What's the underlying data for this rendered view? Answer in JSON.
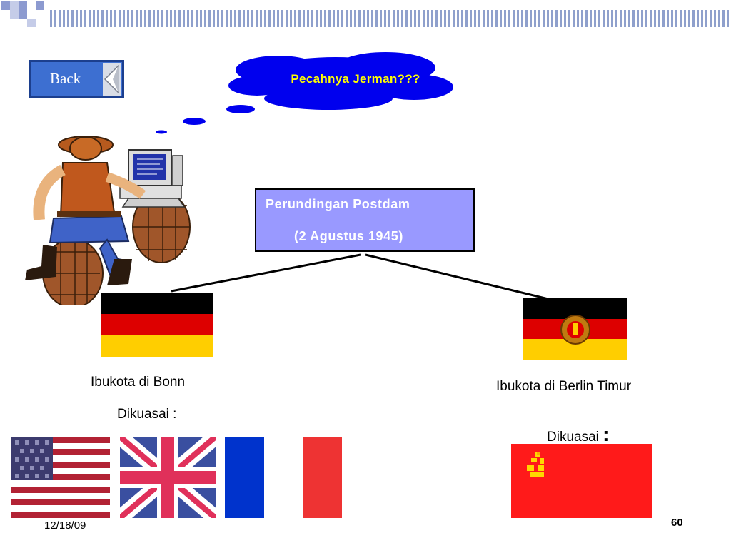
{
  "back_button": {
    "label": "Back",
    "color": "#3d6fd1"
  },
  "thought_bubble": {
    "text": "Pecahnya Jerman???",
    "text_color": "#ffff00",
    "cloud_color": "#0000ee"
  },
  "treaty_box": {
    "line1": "Perundingan Postdam",
    "line2": "(2 Agustus 1945)",
    "fill": "#9999ff"
  },
  "west": {
    "flag": "germany-flag",
    "capital": "Ibukota di Bonn",
    "controlled_label": "Dikuasai :",
    "controllers": [
      "usa-flag",
      "uk-flag",
      "france-flag"
    ]
  },
  "east": {
    "flag": "east-germany-flag",
    "capital": "Ibukota di Berlin Timur",
    "controlled_label": "Dikuasai",
    "controlled_colon": ":",
    "controllers": [
      "ussr-flag"
    ]
  },
  "footer": {
    "date": "12/18/09",
    "page_number": "60"
  }
}
